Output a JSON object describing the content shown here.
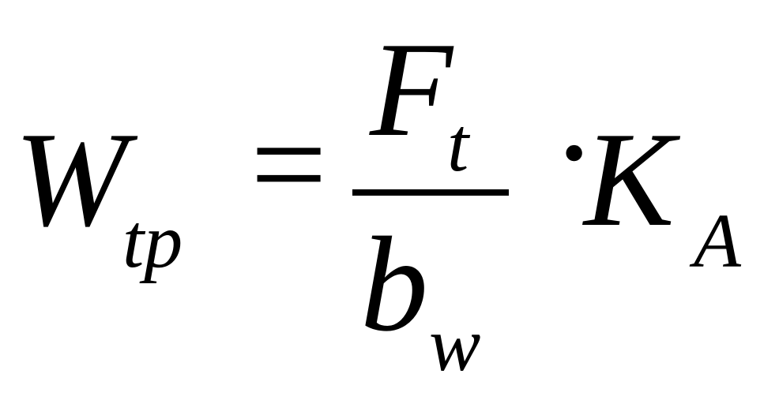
{
  "formula": {
    "lhs_symbol": "W",
    "lhs_subscript": "tp",
    "equals": "=",
    "numerator_symbol": "F",
    "numerator_subscript": "t",
    "denominator_symbol": "b",
    "denominator_subscript": "w",
    "multiply_operator": "·",
    "factor_symbol": "K",
    "factor_subscript": "A"
  }
}
